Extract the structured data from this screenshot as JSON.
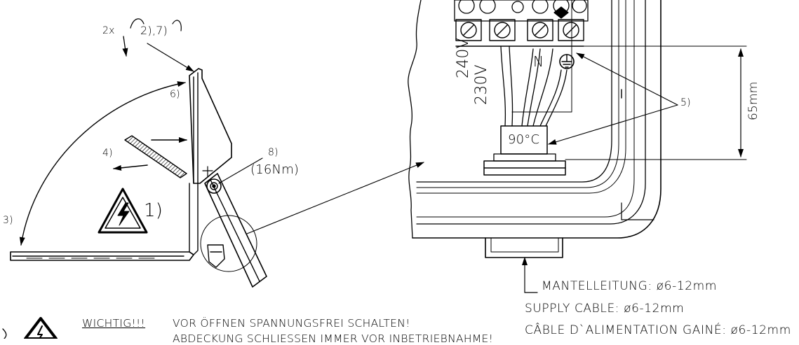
{
  "annotations": {
    "screws_qty": "2x",
    "screws_refs": "2),7)",
    "ref_6": "6)",
    "ref_4": "4)",
    "ref_3": "3)",
    "ref_1": "1)",
    "ref_8": "8)",
    "torque": "(16Nm)",
    "ref_5": "5)",
    "dim_65": "65mm",
    "temp": "90°C",
    "v240": "240V",
    "v230": "230V",
    "n_label": "N"
  },
  "cable": {
    "de": "MANTELLEITUNG: ø6-12mm",
    "en": "SUPPLY CABLE: ø6-12mm",
    "fr": "CÂBLE D`ALIMENTATION GAINÉ: ø6-12mm"
  },
  "warning": {
    "heading": "WICHTIG!!!",
    "line1": "VOR ÖFFNEN SPANNUNGSFREI SCHALTEN!",
    "line2": "ABDECKUNG SCHLIESSEN IMMER VOR INBETRIEBNAHME!"
  }
}
